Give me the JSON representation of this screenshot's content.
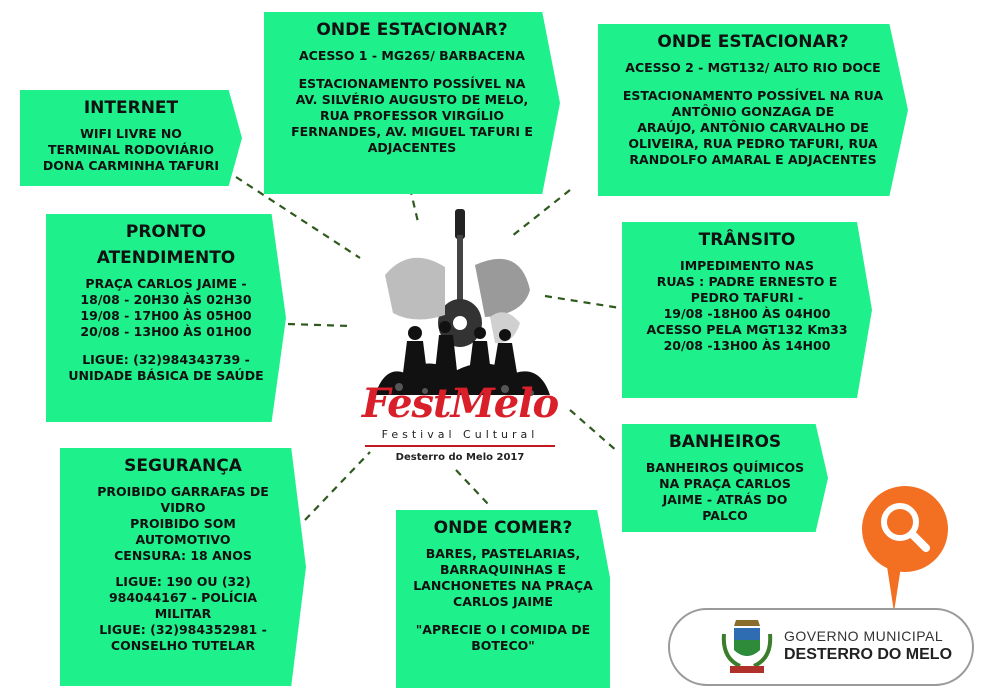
{
  "parking1": {
    "title": "ONDE ESTACIONAR?",
    "lines": [
      "ACESSO 1 - MG265/ BARBACENA",
      "",
      "ESTACIONAMENTO POSSÍVEL NA",
      "AV. SILVÉRIO AUGUSTO DE MELO,",
      "RUA PROFESSOR VIRGÍLIO",
      "FERNANDES, AV. MIGUEL TAFURI E",
      "ADJACENTES"
    ]
  },
  "parking2": {
    "title": "ONDE ESTACIONAR?",
    "lines": [
      "ACESSO 2 - MGT132/ ALTO RIO DOCE",
      "",
      "ESTACIONAMENTO POSSÍVEL NA  RUA",
      "ANTÔNIO GONZAGA DE",
      "ARAÚJO, ANTÔNIO CARVALHO DE",
      "OLIVEIRA, RUA PEDRO TAFURI,  RUA",
      "RANDOLFO AMARAL E ADJACENTES"
    ]
  },
  "internet": {
    "title": "INTERNET",
    "lines": [
      "WIFI LIVRE NO",
      "TERMINAL RODOVIÁRIO",
      "DONA CARMINHA TAFURI"
    ]
  },
  "health": {
    "title1": "PRONTO",
    "title2": "ATENDIMENTO",
    "lines": [
      "PRAÇA CARLOS JAIME -",
      "18/08 - 20H30 ÀS 02H30",
      "19/08 - 17H00 ÀS 05H00",
      "20/08 - 13H00 ÀS 01H00",
      "",
      "LIGUE: (32)984343739 -",
      "UNIDADE BÁSICA DE SAÚDE"
    ]
  },
  "traffic": {
    "title": "TRÂNSITO",
    "lines": [
      "IMPEDIMENTO NAS",
      "RUAS : PADRE ERNESTO E",
      "PEDRO TAFURI -",
      "19/08 -18H00 ÀS 04H00",
      "ACESSO PELA MGT132 Km33",
      "20/08 -13H00 ÀS 14H00"
    ]
  },
  "toilets": {
    "title": "BANHEIROS",
    "lines": [
      "BANHEIROS QUÍMICOS",
      "NA PRAÇA CARLOS",
      "JAIME -  ATRÁS DO",
      "PALCO"
    ]
  },
  "security": {
    "title": "SEGURANÇA",
    "lines": [
      "PROIBIDO GARRAFAS DE",
      "VIDRO",
      "PROIBIDO SOM",
      "AUTOMOTIVO",
      "CENSURA: 18 ANOS",
      "",
      "LIGUE: 190 OU (32)",
      "984044167 - POLÍCIA",
      "MILITAR",
      "LIGUE: (32)984352981 -",
      "CONSELHO TUTELAR"
    ]
  },
  "food": {
    "title": "ONDE COMER?",
    "lines": [
      "BARES, PASTELARIAS,",
      "BARRAQUINHAS E",
      "LANCHONETES NA PRAÇA",
      "CARLOS JAIME",
      "",
      "\"APRECIE O I COMIDA DE",
      "BOTECO\""
    ]
  },
  "logo": {
    "name": "FestMelo",
    "subtitle": "Festival Cultural",
    "place": "Desterro do Melo 2017"
  },
  "government": {
    "line1": "GOVERNO MUNICIPAL",
    "line2": "DESTERRO DO MELO"
  },
  "colors": {
    "box": "#1ef08c",
    "logo_red": "#d81f2a",
    "badge": "#f36f21",
    "connector": "#2e5a1e"
  },
  "icons": [
    "search-icon",
    "guitar-icon",
    "coat-of-arms-icon"
  ]
}
